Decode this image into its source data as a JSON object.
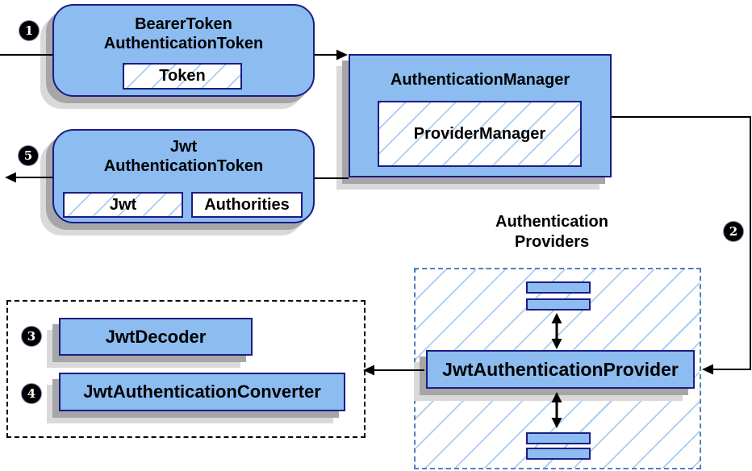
{
  "colors": {
    "box_fill": "#8CBCF0",
    "box_border": "#1C1C85",
    "hatch_line": "#A9CDF2",
    "dashed_blue": "#4F81BD",
    "shadow_dark": "#A6A6A6",
    "shadow_light": "#D9D9D9",
    "arrow": "#000000",
    "badge_bg": "#000000",
    "badge_fg": "#FFFFFF"
  },
  "badges": [
    "1",
    "2",
    "3",
    "4",
    "5"
  ],
  "nodes": {
    "bearer_token": {
      "line1": "BearerToken",
      "line2": "AuthenticationToken",
      "field": "Token"
    },
    "auth_manager": {
      "title": "AuthenticationManager",
      "inner": "ProviderManager"
    },
    "jwt_token": {
      "line1": "Jwt",
      "line2": "AuthenticationToken",
      "field_jwt": "Jwt",
      "field_authorities": "Authorities"
    },
    "providers": {
      "heading1": "Authentication",
      "heading2": "Providers",
      "provider": "JwtAuthenticationProvider"
    },
    "converters": {
      "decoder": "JwtDecoder",
      "converter": "JwtAuthenticationConverter"
    }
  }
}
